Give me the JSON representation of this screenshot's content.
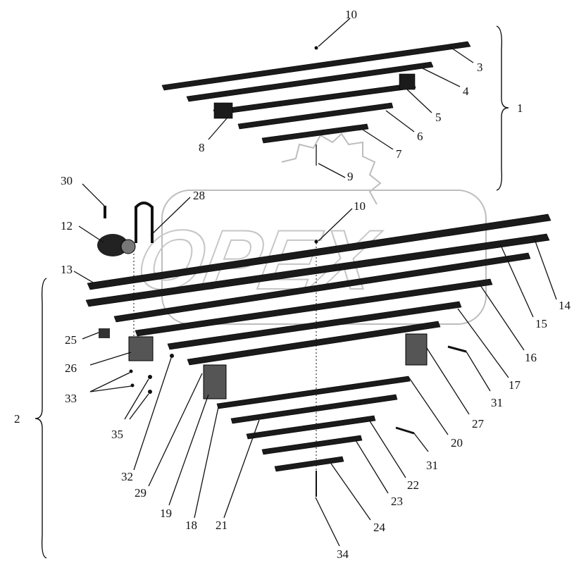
{
  "watermark": {
    "text": "OPEX"
  },
  "groups": [
    {
      "id": "group-1",
      "label": "1"
    },
    {
      "id": "group-2",
      "label": "2"
    }
  ],
  "callouts": {
    "c10a": "10",
    "c3": "3",
    "c4": "4",
    "c5": "5",
    "c6": "6",
    "c7": "7",
    "c8": "8",
    "c9": "9",
    "c30": "30",
    "c28": "28",
    "c10b": "10",
    "c12": "12",
    "c13": "13",
    "c14": "14",
    "c15": "15",
    "c16": "16",
    "c17": "17",
    "c25": "25",
    "c26": "26",
    "c33": "33",
    "c35": "35",
    "c31a": "31",
    "c27": "27",
    "c20": "20",
    "c31b": "31",
    "c22": "22",
    "c23": "23",
    "c24": "24",
    "c32": "32",
    "c29": "29",
    "c19": "19",
    "c18": "18",
    "c21": "21",
    "c34": "34"
  }
}
